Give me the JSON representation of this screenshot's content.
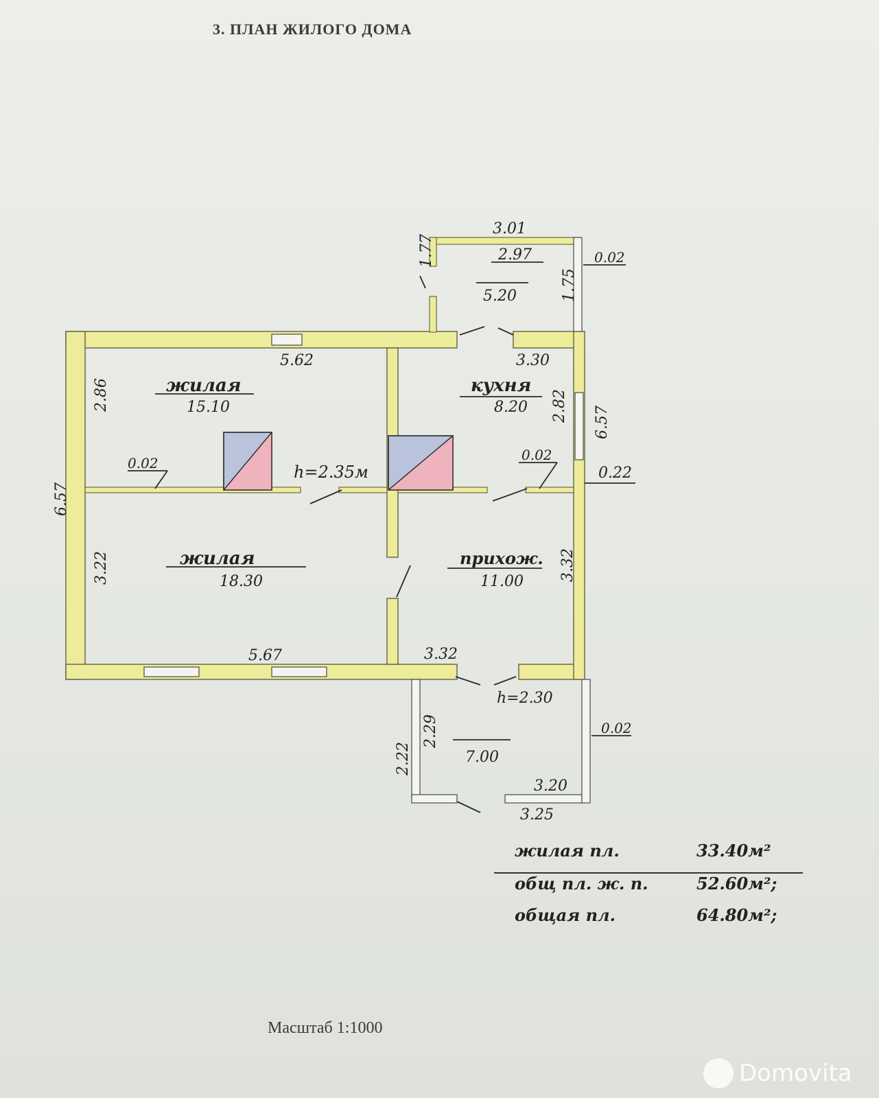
{
  "title": "3. ПЛАН ЖИЛОГО ДОМА",
  "scale": "Масштаб 1:1000",
  "rooms": [
    {
      "name": "жилая",
      "area": "15.10"
    },
    {
      "name": "жилая",
      "area": "18.30"
    },
    {
      "name": "кухня",
      "area": "8.20"
    },
    {
      "name": "прихож.",
      "area": "11.00"
    },
    {
      "name": "",
      "area": "5.20"
    },
    {
      "name": "",
      "area": "7.00"
    }
  ],
  "heights": [
    "h=2.35м",
    "h=2.30"
  ],
  "dimensions": [
    "5.62",
    "5.67",
    "3.30",
    "3.32",
    "2.86",
    "3.22",
    "6.57",
    "6.57",
    "2.82",
    "3.32",
    "0.22",
    "0.02",
    "0.02",
    "3.01",
    "2.97",
    "1.77",
    "1.75",
    "0.02",
    "2.22",
    "2.29",
    "3.20",
    "3.25",
    "0.02"
  ],
  "totals": [
    {
      "label": "жилая пл.",
      "value": "33.40м²"
    },
    {
      "label": "общ пл. ж. п.",
      "value": "52.60м²;"
    },
    {
      "label": "общая пл.",
      "value": "64.80м²;"
    }
  ],
  "watermark": "Domovita",
  "colors": {
    "wall": "#ecec9a",
    "wall_outline": "#7a7a5a",
    "stove_blue": "#b9c4dc",
    "stove_pink": "#efb3bd"
  }
}
